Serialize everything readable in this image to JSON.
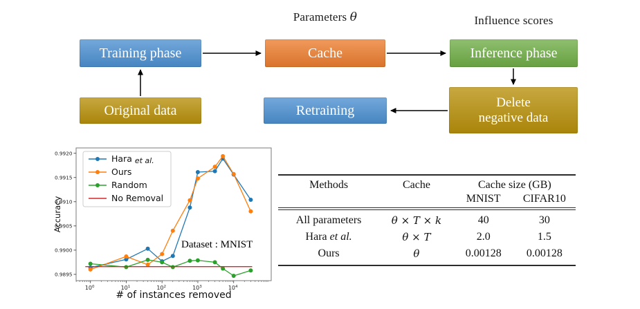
{
  "diagram": {
    "labels": {
      "parameters_pre": "Parameters ",
      "parameters_math": "θ",
      "influence": "Influence scores"
    },
    "boxes": {
      "training": "Training phase",
      "cache": "Cache",
      "inference": "Inference phase",
      "original": "Original data",
      "retraining": "Retraining",
      "delete_line1": "Delete",
      "delete_line2": "negative data"
    },
    "colors": {
      "blue": "#4C90D1",
      "orange": "#EC7D2F",
      "green": "#6FAD46",
      "gold": "#B8900B"
    }
  },
  "chart_data": {
    "type": "line",
    "title": "",
    "xlabel": "# of instances removed",
    "ylabel": "Accuracy",
    "xscale": "log",
    "xlim_log10": [
      -0.4,
      5.05
    ],
    "ylim": [
      0.98937,
      0.99211
    ],
    "yticks": [
      0.9895,
      0.99,
      0.9905,
      0.991,
      0.9915,
      0.992
    ],
    "xtick_exponents": [
      0,
      1,
      2,
      3,
      4
    ],
    "grid": false,
    "legend_position": "upper left",
    "annotation": "Dataset : MNIST",
    "x": [
      1,
      10,
      40,
      100,
      200,
      600,
      1000,
      3000,
      5000,
      10000,
      30000
    ],
    "series": [
      {
        "name_pre": "Hara ",
        "name_it": "et al.",
        "color": "#1f77b4",
        "marker": true,
        "values": [
          0.98964,
          0.98981,
          0.99003,
          0.98977,
          0.98988,
          0.99088,
          0.99161,
          0.99163,
          0.99189,
          0.99156,
          0.99104
        ]
      },
      {
        "name_pre": "Ours",
        "name_it": "",
        "color": "#ff7f0e",
        "marker": true,
        "values": [
          0.9896,
          0.98987,
          0.9897,
          0.98992,
          0.9904,
          0.99103,
          0.99148,
          0.99172,
          0.99194,
          0.99157,
          0.9908
        ]
      },
      {
        "name_pre": "Random",
        "name_it": "",
        "color": "#2ca02c",
        "marker": true,
        "values": [
          0.98972,
          0.98965,
          0.9898,
          0.98975,
          0.98965,
          0.98978,
          0.98979,
          0.98975,
          0.98962,
          0.98947,
          0.98958
        ]
      },
      {
        "name_pre": "No Removal",
        "name_it": "",
        "color": "#d62728",
        "marker": false,
        "baseline": 0.98966,
        "baseline_x_range": [
          0.72,
          33000
        ]
      }
    ]
  },
  "table": {
    "headers": {
      "methods": "Methods",
      "cache": "Cache",
      "cache_size": "Cache size (GB)",
      "mnist": "MNIST",
      "cifar10": "CIFAR10"
    },
    "rows": [
      {
        "method_pre": "All parameters",
        "method_it": "",
        "cache": "θ × T × k",
        "mnist": "40",
        "cifar10": "30"
      },
      {
        "method_pre": "Hara ",
        "method_it": "et al.",
        "cache": "θ × T",
        "mnist": "2.0",
        "cifar10": "1.5"
      },
      {
        "method_pre": "Ours",
        "method_it": "",
        "cache": "θ",
        "mnist": "0.00128",
        "cifar10": "0.00128"
      }
    ]
  }
}
